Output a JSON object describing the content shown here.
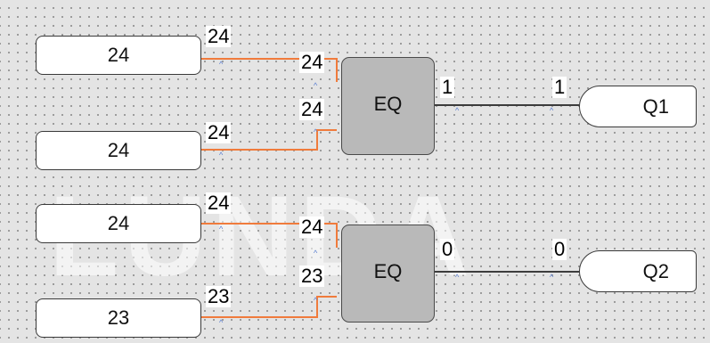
{
  "watermark": "LUNDA",
  "colors": {
    "wire_active": "#f07b3c",
    "wire_inactive": "#3c3c3c",
    "pin_marker": "#5a7ed0",
    "block_fill": "#b9b9b9"
  },
  "pin_marker_glyph": "^",
  "rung1": {
    "const_a": "24",
    "const_b": "24",
    "wire_a_label": "24",
    "wire_b_label": "24",
    "block_in1": "24",
    "block_in2": "24",
    "block_label": "EQ",
    "block_out": "1",
    "coil_in": "1",
    "coil_label": "Q1"
  },
  "rung2": {
    "const_a": "24",
    "const_b": "23",
    "wire_a_label": "24",
    "wire_b_label": "23",
    "block_in1": "24",
    "block_in2": "23",
    "block_label": "EQ",
    "block_out": "0",
    "coil_in": "0",
    "coil_label": "Q2"
  }
}
